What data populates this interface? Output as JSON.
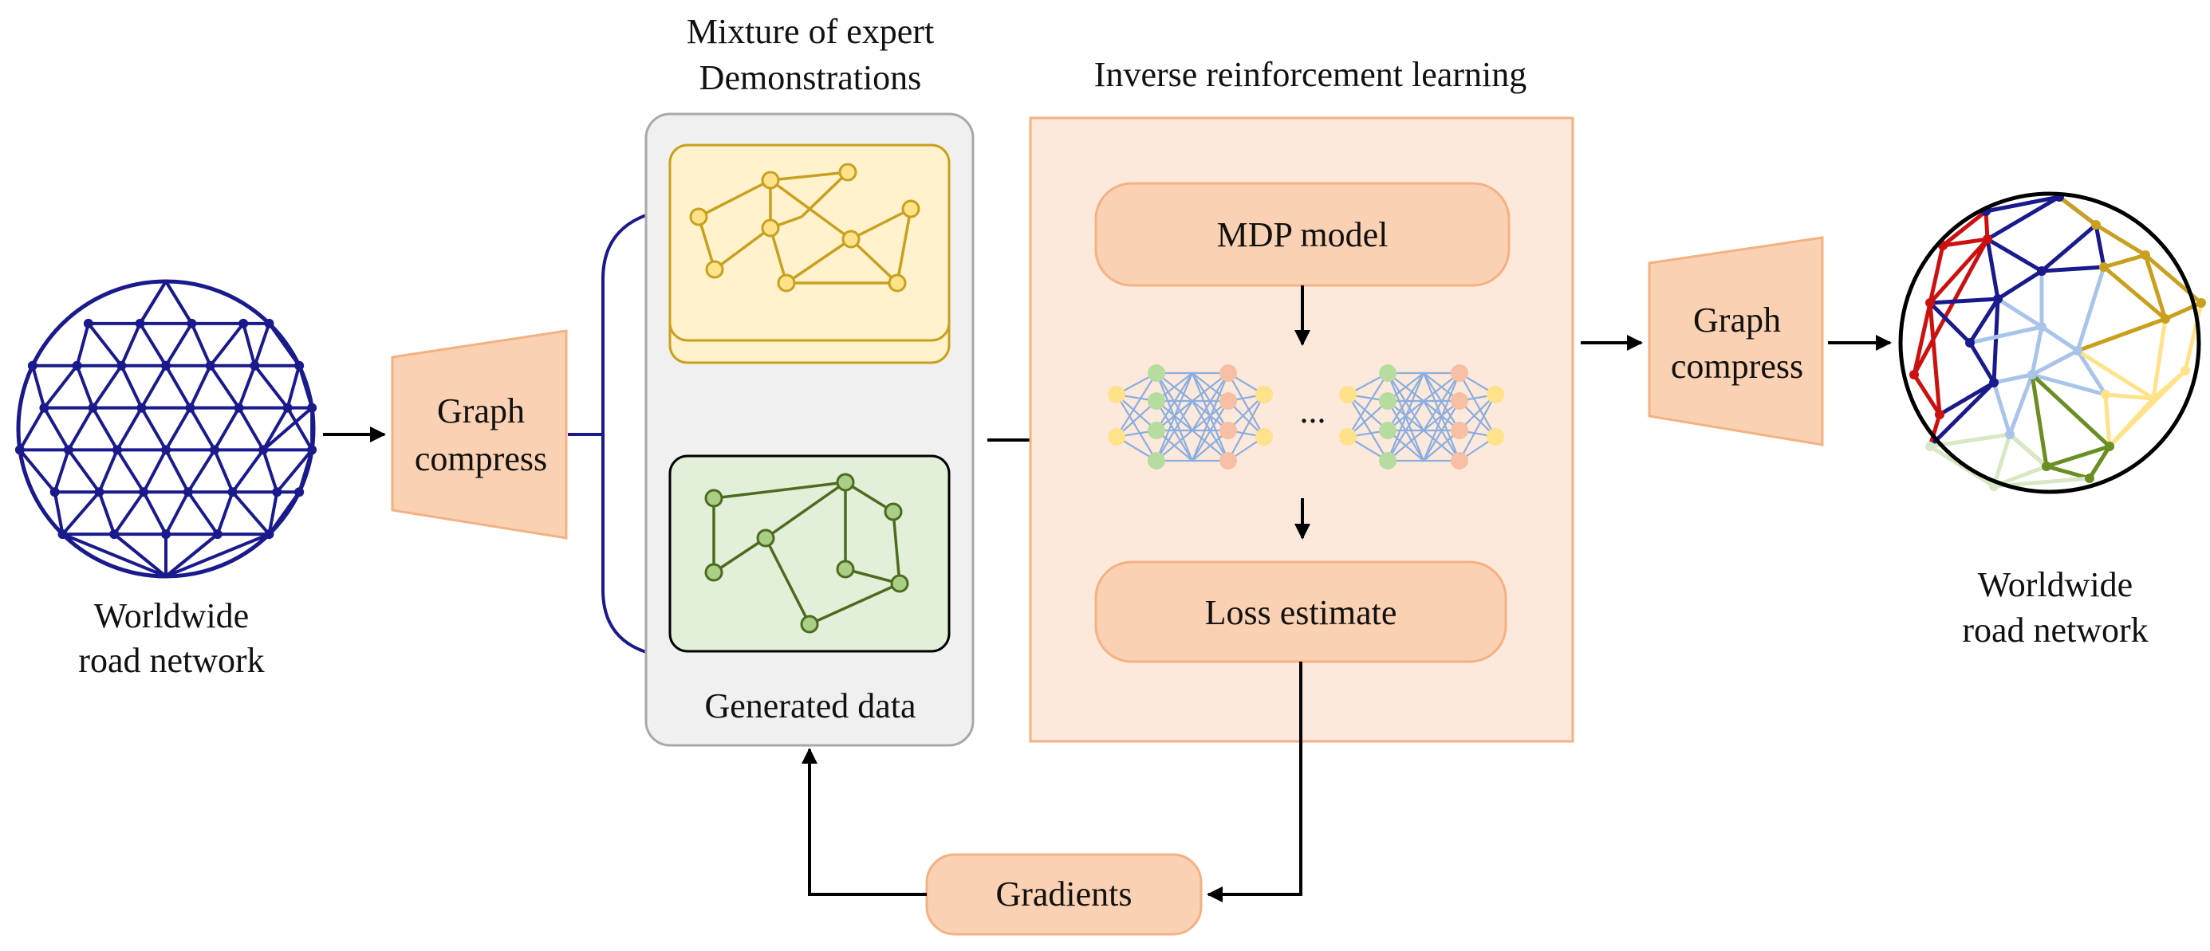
{
  "left_globe": {
    "caption_line1": "Worldwide",
    "caption_line2": "road network"
  },
  "right_globe": {
    "caption_line1": "Worldwide",
    "caption_line2": "road network"
  },
  "compress_left": {
    "line1": "Graph",
    "line2": "compress"
  },
  "compress_right": {
    "line1": "Graph",
    "line2": "compress"
  },
  "demos": {
    "title_line1": "Mixture of expert",
    "title_line2": "Demonstrations",
    "bottom_label": "Generated data"
  },
  "irl": {
    "title": "Inverse reinforcement learning",
    "mdp_label": "MDP model",
    "loss_label": "Loss estimate",
    "ellipsis": "..."
  },
  "gradients": {
    "label": "Gradients"
  },
  "colors": {
    "globe_blue": "#1a1a8c",
    "box_orange": "#fad1b2",
    "box_orange_border": "#f4b183",
    "irl_panel": "#fde9db",
    "expert_yellow": "#fff2cc",
    "expert_stroke": "#c8a01e",
    "generated_green": "#e2efd9",
    "generated_stroke": "#4d6b1e",
    "panel_gray": "#f0f0f0"
  }
}
